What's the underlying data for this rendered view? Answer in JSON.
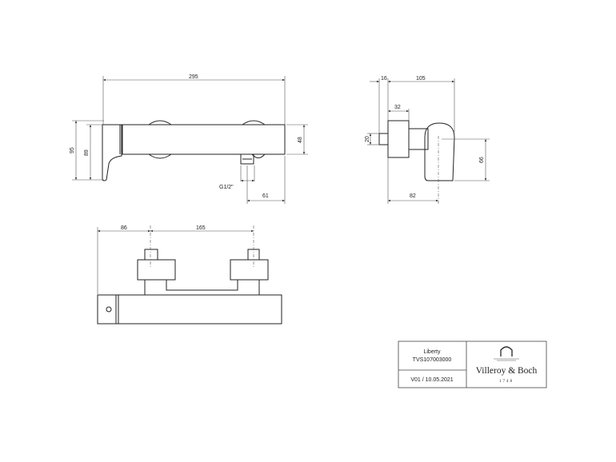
{
  "front_view": {
    "dims": {
      "overall_length": "295",
      "height_total": "95",
      "height_handle": "89",
      "body_height": "48",
      "outlet_offset": "61",
      "thread": "G1/2\""
    }
  },
  "side_view": {
    "dims": {
      "stub": "16",
      "depth": "105",
      "body_depth": "32",
      "stub_height": "20",
      "lever_height": "66",
      "lever_center": "82"
    }
  },
  "top_view": {
    "dims": {
      "left_offset": "86",
      "knob_spacing": "165"
    }
  },
  "title_block": {
    "product": "Liberty",
    "article": "TVS107003000",
    "version": "V01 / 10.05.2021",
    "brand": "Villeroy & Boch",
    "brand_year": "1748"
  }
}
